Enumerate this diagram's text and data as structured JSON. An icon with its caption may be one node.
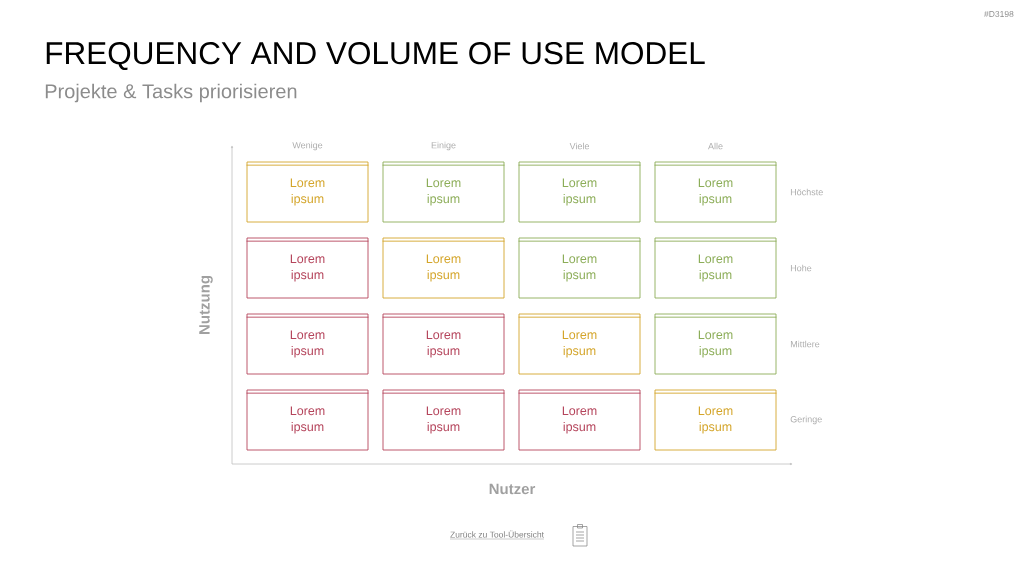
{
  "diagram": {
    "title": "FREQUENCY AND VOLUME OF USE MODEL",
    "nodes": [
      {
        "text": [
          "Lorem ipsum"
        ]
      },
      {
        "text": [
          "Lorem ipsum"
        ]
      },
      {
        "text": [
          "Lorem ipsum"
        ]
      },
      {
        "text": [
          "Lorem ipsum"
        ]
      },
      {
        "text": [
          "Lorem ipsum"
        ]
      },
      {
        "text": [
          "Lorem ipsum"
        ]
      },
      {
        "text": [
          "Lorem ipsum"
        ]
      },
      {
        "text": [
          "Lorem ipsum"
        ]
      },
      {
        "text": [
          "Lorem ipsum"
        ]
      },
      {
        "text": [
          "Lorem ipsum"
        ]
      },
      {
        "text": [
          "Lorem ipsum"
        ]
      },
      {
        "text": [
          "Lorem ipsum"
        ]
      },
      {
        "text": [
          "Lorem ipsum"
        ]
      },
      {
        "text": [
          "Lorem ipsum"
        ]
      },
      {
        "text": [
          "Lorem ipsum"
        ]
      },
      {
        "text": [
          "Lorem ipsum"
        ]
      }
    ],
    "labels": [
      "#D3198",
      "Projekte & Tasks priorisieren",
      "Wenige",
      "Einige",
      "Viele",
      "Alle",
      "Höchste",
      "Hohe",
      "Mittlere",
      "Geringe",
      "Nutzung",
      "Nutzer",
      "Zurück zu Tool-Übersicht"
    ]
  }
}
